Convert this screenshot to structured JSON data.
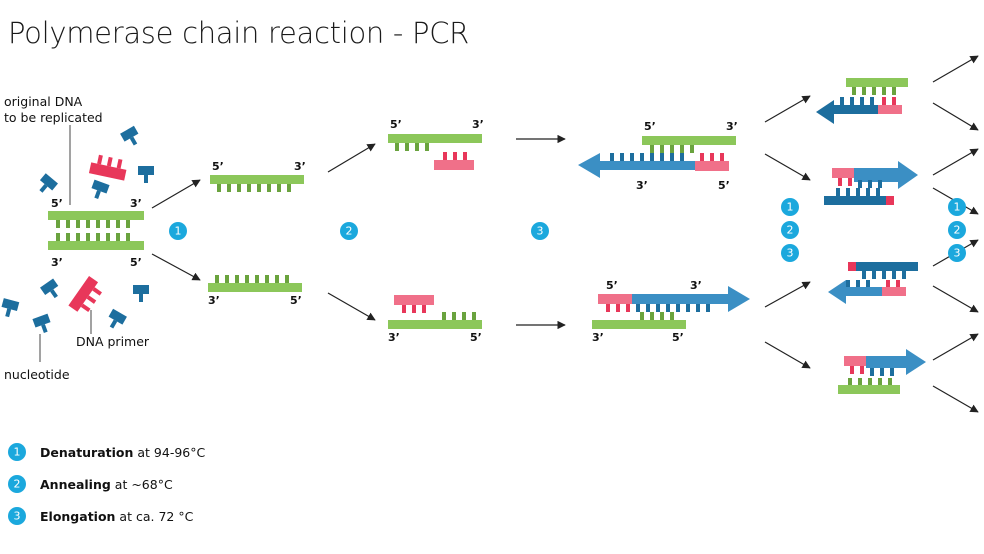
{
  "title": "Polymerase chain reaction - PCR",
  "labels": {
    "original_dna_line1": "original DNA",
    "original_dna_line2": "to be replicated",
    "dna_primer": "DNA primer",
    "nucleotide": "nucleotide"
  },
  "ends": {
    "five": "5’",
    "three": "3’"
  },
  "steps": [
    "1",
    "2",
    "3"
  ],
  "legend": [
    {
      "num": "1",
      "bold": "Denaturation",
      "rest": " at 94-96°C"
    },
    {
      "num": "2",
      "bold": "Annealing",
      "rest": " at ~68°C"
    },
    {
      "num": "3",
      "bold": "Elongation",
      "rest": " at ca. 72 °C"
    }
  ],
  "colors": {
    "green": "#8cc75a",
    "green_dark": "#6aa33e",
    "red": "#e8375a",
    "red_light": "#f07089",
    "blue": "#1d6e9e",
    "blue_light": "#3b8fc4",
    "step_circle": "#1ba8dd"
  }
}
